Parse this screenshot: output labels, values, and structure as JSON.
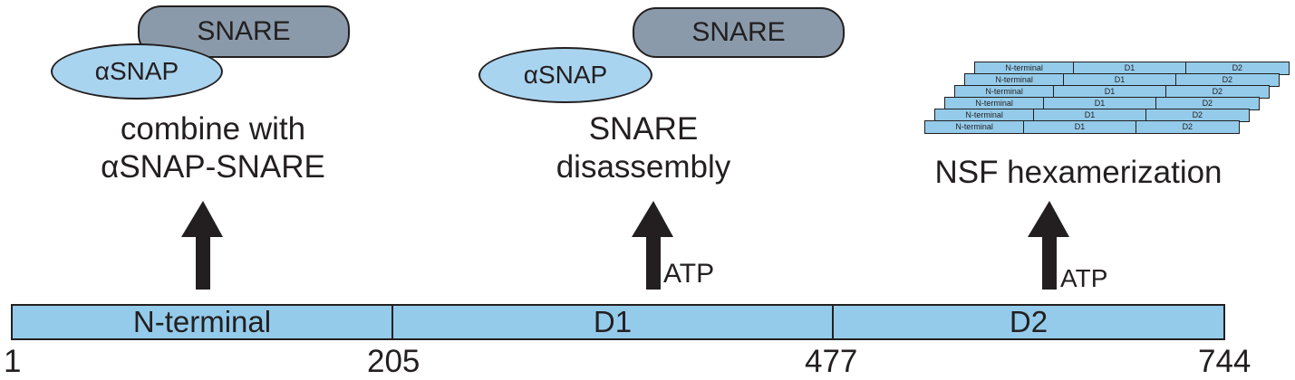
{
  "panels": [
    {
      "snare_label": "SNARE",
      "asnap_label": "αSNAP",
      "caption_lines": [
        "combine with",
        "αSNAP-SNARE"
      ],
      "atp_label": ""
    },
    {
      "snare_label": "SNARE",
      "asnap_label": "αSNAP",
      "caption_lines": [
        "SNARE",
        "disassembly"
      ],
      "atp_label": "ATP"
    },
    {
      "caption_lines": [
        "NSF hexamerization"
      ],
      "atp_label": "ATP"
    }
  ],
  "hexamer": {
    "row_count": 6,
    "segment_labels": [
      "N-terminal",
      "D1",
      "D2"
    ]
  },
  "domain_bar": {
    "segments": [
      {
        "label": "N-terminal",
        "start": 1,
        "end": 205
      },
      {
        "label": "D1",
        "start": 205,
        "end": 477
      },
      {
        "label": "D2",
        "start": 477,
        "end": 744
      }
    ],
    "tick_labels": [
      "1",
      "205",
      "477",
      "744"
    ],
    "fill_color": "#94cbea",
    "snare_color": "#8a9aaa",
    "asnap_color": "#a9d4ef"
  }
}
